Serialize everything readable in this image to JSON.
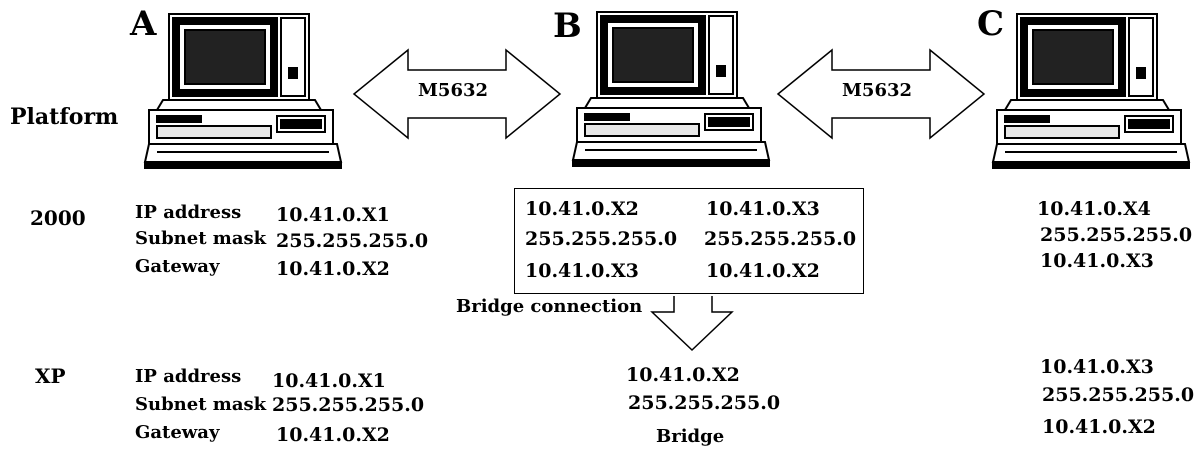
{
  "nodes": {
    "a": {
      "label": "A"
    },
    "b": {
      "label": "B"
    },
    "c": {
      "label": "C"
    }
  },
  "platform_label": "Platform",
  "links": {
    "ab": "M5632",
    "bc": "M5632"
  },
  "rows": {
    "r2000": "2000",
    "xp": "XP"
  },
  "field_labels": {
    "ip": "IP address",
    "mask": "Subnet mask",
    "gw": "Gateway"
  },
  "win2000": {
    "a": {
      "ip": "10.41.0.X1",
      "mask": "255.255.255.0",
      "gw": "10.41.0.X2"
    },
    "b_left": {
      "ip": "10.41.0.X2",
      "mask": "255.255.255.0",
      "gw": "10.41.0.X3"
    },
    "b_right": {
      "ip": "10.41.0.X3",
      "mask": "255.255.255.0",
      "gw": "10.41.0.X2"
    },
    "c": {
      "ip": "10.41.0.X4",
      "mask": "255.255.255.0",
      "gw": "10.41.0.X3"
    }
  },
  "bridge_connection_label": "Bridge connection",
  "xp": {
    "a": {
      "ip": "10.41.0.X1",
      "mask": "255.255.255.0",
      "gw": "10.41.0.X2"
    },
    "b": {
      "ip": "10.41.0.X2",
      "mask": "255.255.255.0",
      "bridge": "Bridge"
    },
    "c": {
      "ip": "10.41.0.X3",
      "mask": "255.255.255.0",
      "gw": "10.41.0.X2"
    }
  }
}
